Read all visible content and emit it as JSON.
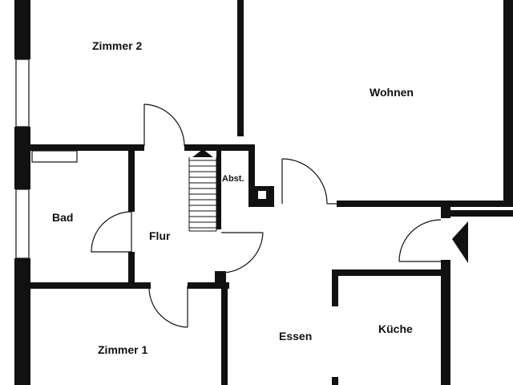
{
  "plan": {
    "wall_color": "#111111",
    "background_color": "#ffffff",
    "rooms": [
      {
        "id": "zimmer2",
        "label": "Zimmer 2"
      },
      {
        "id": "wohnen",
        "label": "Wohnen"
      },
      {
        "id": "abst",
        "label": "Abst."
      },
      {
        "id": "bad",
        "label": "Bad"
      },
      {
        "id": "flur",
        "label": "Flur"
      },
      {
        "id": "essen",
        "label": "Essen"
      },
      {
        "id": "kueche",
        "label": "Küche"
      },
      {
        "id": "zimmer1",
        "label": "Zimmer 1"
      }
    ],
    "symbols": [
      "staircase",
      "entrance-arrow-icon",
      "chimney-shaft"
    ]
  }
}
